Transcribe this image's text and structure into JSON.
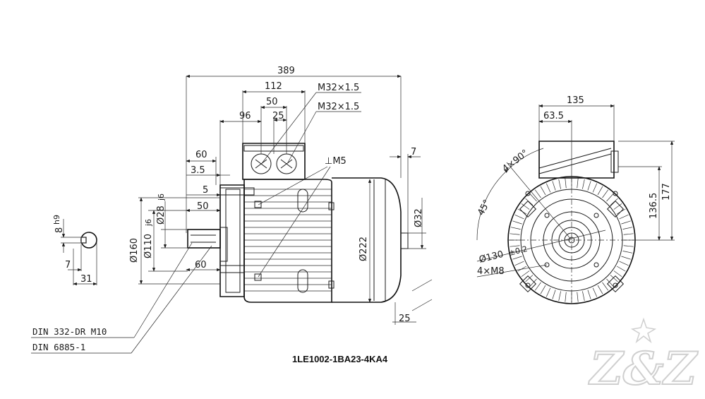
{
  "side_view": {
    "overall_length": "389",
    "box_width": "112",
    "gland1": "M32×1.5",
    "gland2": "M32×1.5",
    "d50_top": "50",
    "d25": "25",
    "d96": "96",
    "d60_top": "60",
    "d3_5": "3.5",
    "earth": "⊥M5",
    "d5": "5",
    "d50_mid": "50",
    "d60_bottom": "60",
    "dia28": "Ø28",
    "tol28": "j6",
    "dia110": "Ø110",
    "tol110": "j6",
    "dia160": "Ø160",
    "dia222": "Ø222",
    "dia32": "Ø32",
    "d7_right": "7",
    "d25_bottom": "25"
  },
  "key_view": {
    "key_width": "8",
    "key_tol": "h9",
    "d7": "7",
    "d31": "31"
  },
  "front_view": {
    "d135": "135",
    "d63_5": "63.5",
    "angle_4x90": "4×90°",
    "angle_45": "45°",
    "d136_5": "136.5",
    "d177": "177",
    "dia130": "Ø130",
    "tol130": "±0.2",
    "holes": "4×M8"
  },
  "notes": {
    "din332": "DIN 332-DR M10",
    "din6885": "DIN 6885-1"
  },
  "model_number": "1LE1002-1BA23-4KA4",
  "logo_text": "Z&Z",
  "colors": {
    "line": "#1a1a1a",
    "logo": "#cfcfcf"
  }
}
